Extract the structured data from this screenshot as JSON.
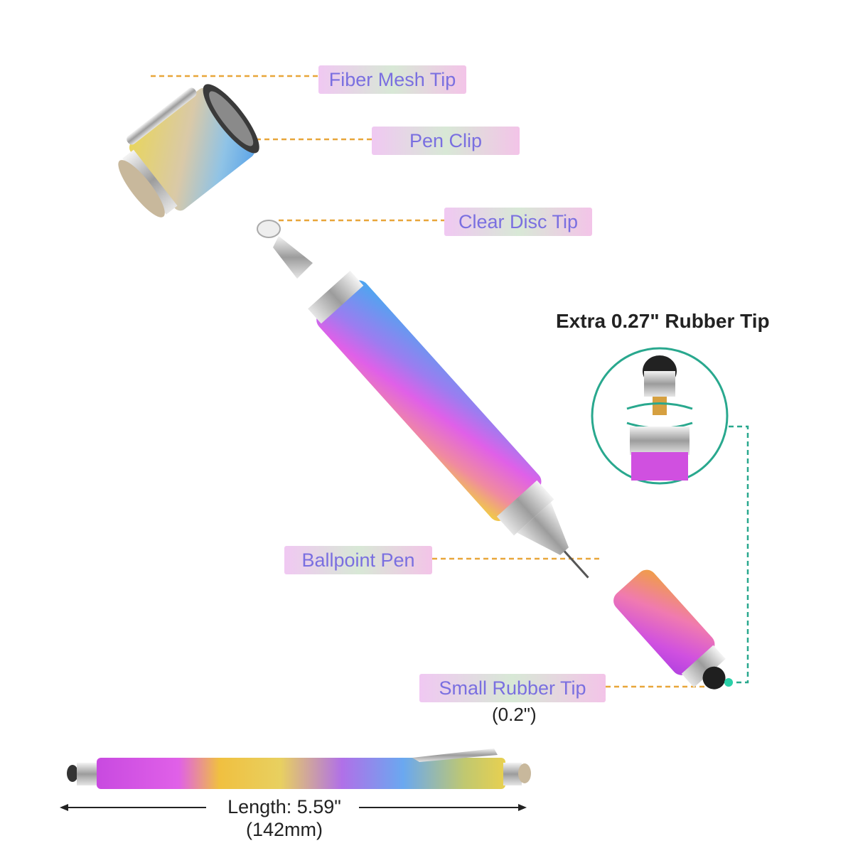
{
  "callouts": {
    "fiber_mesh_tip": "Fiber Mesh Tip",
    "pen_clip": "Pen Clip",
    "clear_disc_tip": "Clear Disc Tip",
    "ballpoint_pen": "Ballpoint Pen",
    "small_rubber_tip": "Small Rubber Tip",
    "small_rubber_tip_size": "(0.2\")"
  },
  "extra_tip_caption": "Extra 0.27\" Rubber Tip",
  "dimensions": {
    "length": "Length: 5.59\"",
    "length_mm": "(142mm)"
  },
  "colors": {
    "label_text": "#7a6fe0",
    "leader_line": "#e8a63a",
    "inset_ring": "#29a88e"
  }
}
